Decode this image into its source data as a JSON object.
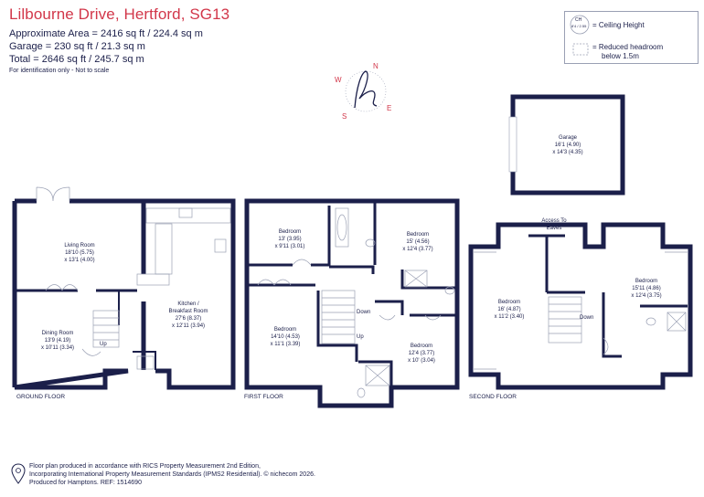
{
  "header": {
    "title": "Lilbourne Drive, Hertford, SG13",
    "approx_area": "Approximate Area = 2416 sq ft / 224.4 sq m",
    "garage_area": "Garage = 230 sq ft / 21.3 sq m",
    "total_area": "Total = 2646 sq ft / 245.7 sq m",
    "note": "For identification only - Not to scale"
  },
  "legend": {
    "ceiling_symbol_top": "CH",
    "ceiling_symbol_bottom": "8'4 / 2.55",
    "ceiling_height": "= Ceiling Height",
    "reduced_headroom_line1": "= Reduced headroom",
    "reduced_headroom_line2": "below 1.5m"
  },
  "compass": {
    "n": "N",
    "e": "E",
    "s": "S",
    "w": "W",
    "logo": "h"
  },
  "floors": {
    "ground": {
      "label": "GROUND FLOOR",
      "rooms": [
        {
          "name": "Living Room",
          "dims1": "18'10 (5.75)",
          "dims2": "x 13'1 (4.00)"
        },
        {
          "name": "Dining Room",
          "dims1": "13'9 (4.19)",
          "dims2": "x 10'11 (3.34)"
        },
        {
          "name": "Kitchen /",
          "dims1": "Breakfast Room",
          "dims2": "27'6 (8.37)",
          "dims3": "x 12'11 (3.94)"
        }
      ],
      "up": "Up"
    },
    "first": {
      "label": "FIRST FLOOR",
      "rooms": [
        {
          "name": "Bedroom",
          "dims1": "13' (3.95)",
          "dims2": "x 9'11 (3.01)"
        },
        {
          "name": "Bedroom",
          "dims1": "15' (4.56)",
          "dims2": "x 12'4 (3.77)"
        },
        {
          "name": "Bedroom",
          "dims1": "14'10 (4.53)",
          "dims2": "x 11'1 (3.39)"
        },
        {
          "name": "Bedroom",
          "dims1": "12'4 (3.77)",
          "dims2": "x 10' (3.04)"
        }
      ],
      "down": "Down",
      "up": "Up"
    },
    "second": {
      "label": "SECOND FLOOR",
      "rooms": [
        {
          "name": "Bedroom",
          "dims1": "16' (4.87)",
          "dims2": "x 11'2 (3.40)"
        },
        {
          "name": "Bedroom",
          "dims1": "15'11 (4.86)",
          "dims2": "x 12'4 (3.75)"
        }
      ],
      "eaves1": "Access To",
      "eaves2": "Eaves",
      "down": "Down"
    },
    "garage": {
      "name": "Garage",
      "dims1": "16'1 (4.90)",
      "dims2": "x 14'3 (4.35)"
    }
  },
  "footer": {
    "line1": "Floor plan produced in accordance with RICS Property Measurement 2nd Edition,",
    "line2": "Incorporating International Property Measurement Standards (IPMS2 Residential).  © nichecom 2026.",
    "line3": "Produced for Hamptons.   REF:  1514690"
  },
  "colors": {
    "wall": "#1b1f4a",
    "accent": "#d2374a",
    "line": "#9aa0b4"
  }
}
